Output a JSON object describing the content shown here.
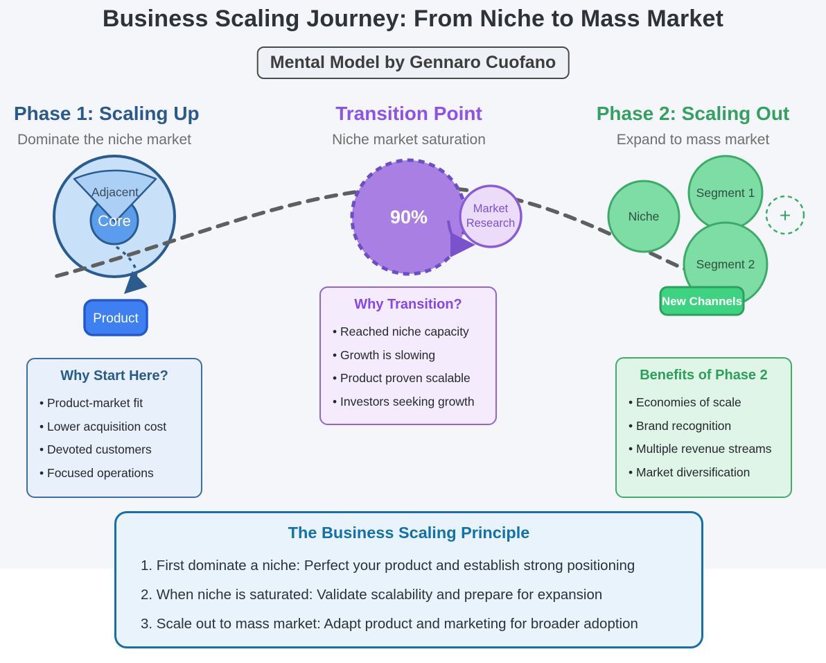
{
  "header": {
    "title": "Business Scaling Journey: From Niche to Mass Market",
    "badge": "Mental Model by Gennaro Cuofano"
  },
  "phase1": {
    "heading": "Phase 1: Scaling Up",
    "subheading": "Dominate the niche market",
    "adjacent_label": "Adjacent",
    "core_label": "Core",
    "product_label": "Product",
    "panel": {
      "title": "Why Start Here?",
      "bullets": [
        "Product-market fit",
        "Lower acquisition cost",
        "Devoted customers",
        "Focused operations"
      ]
    },
    "accent_color": "#2a5a8c"
  },
  "transition": {
    "heading": "Transition Point",
    "subheading": "Niche market saturation",
    "saturation_label": "90%",
    "research_label": [
      "Market",
      "Research"
    ],
    "panel": {
      "title": "Why Transition?",
      "bullets": [
        "Reached niche capacity",
        "Growth is slowing",
        "Product proven scalable",
        "Investors seeking growth"
      ]
    },
    "accent_color": "#8b52ec"
  },
  "phase2": {
    "heading": "Phase 2: Scaling Out",
    "subheading": "Expand to mass market",
    "niche_label": "Niche",
    "segment1_label": "Segment 1",
    "segment2_label": "Segment 2",
    "plus_label": "+",
    "new_channels_label": "New Channels",
    "panel": {
      "title": "Benefits of Phase 2",
      "bullets": [
        "Economies of scale",
        "Brand recognition",
        "Multiple revenue streams",
        "Market diversification"
      ]
    },
    "accent_color": "#34a163"
  },
  "principle": {
    "title": "The Business Scaling Principle",
    "items": [
      "1. First dominate a niche: Perfect your product and establish strong positioning",
      "2. When niche is saturated: Validate scalability and prepare for expansion",
      "3. Scale out to mass market: Adapt product and marketing for broader adoption"
    ],
    "accent_color": "#1470a8"
  }
}
